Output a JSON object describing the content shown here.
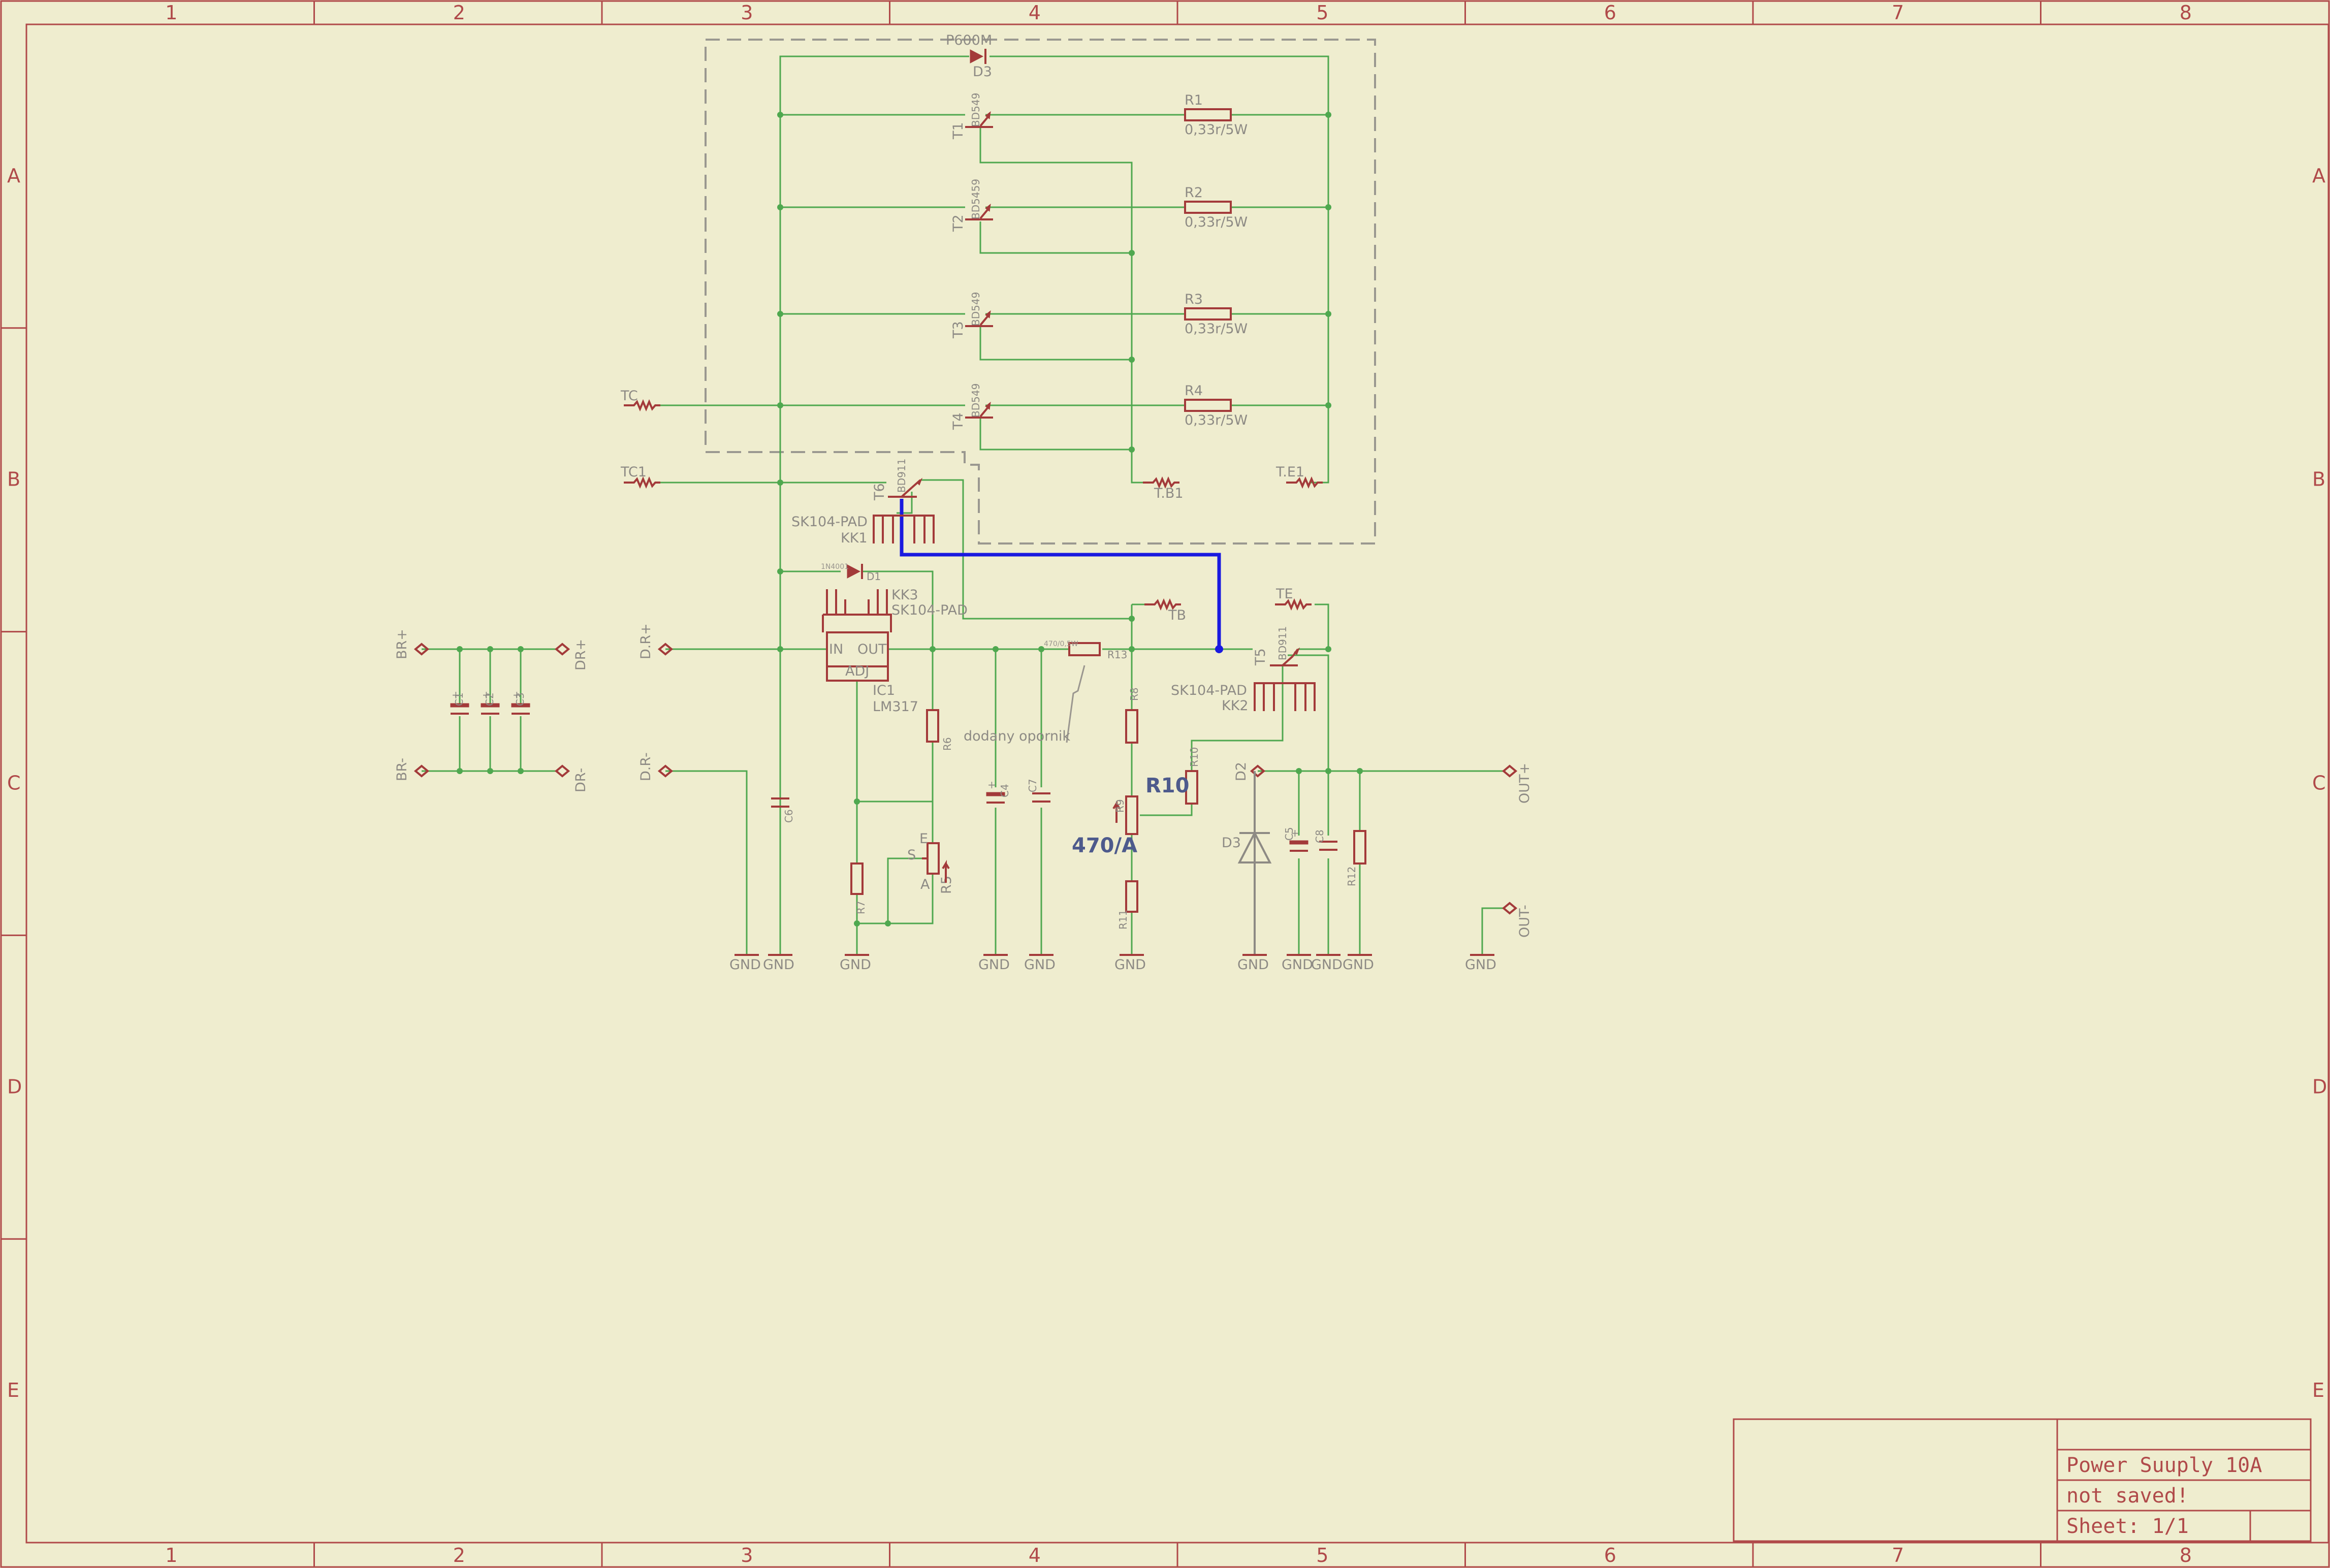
{
  "frame": {
    "col_labels": [
      "1",
      "2",
      "3",
      "4",
      "5",
      "6",
      "7",
      "8"
    ],
    "row_labels": [
      "A",
      "B",
      "C",
      "D",
      "E"
    ]
  },
  "title_block": {
    "title": "Power Suuply 10A",
    "status": "not saved!",
    "sheet": "Sheet: 1/1"
  },
  "components": {
    "D3_top": {
      "value": "P600M",
      "name": "D3"
    },
    "T1": {
      "name": "T1",
      "value": "BD549"
    },
    "T2": {
      "name": "T2",
      "value": "BD5459"
    },
    "T3": {
      "name": "T3",
      "value": "BD549"
    },
    "T4": {
      "name": "T4",
      "value": "BD549"
    },
    "T5": {
      "name": "T5",
      "value": "BD911"
    },
    "T6": {
      "name": "T6",
      "value": "BD911"
    },
    "R1": {
      "name": "R1",
      "value": "0,33r/5W"
    },
    "R2": {
      "name": "R2",
      "value": "0,33r/5W"
    },
    "R3": {
      "name": "R3",
      "value": "0,33r/5W"
    },
    "R4": {
      "name": "R4",
      "value": "0,33r/5W"
    },
    "R5": {
      "name": "R5"
    },
    "R6": {
      "name": "R6"
    },
    "R7": {
      "name": "R7"
    },
    "R8": {
      "name": "R8"
    },
    "R9": {
      "name": "R9"
    },
    "R10": {
      "name": "R10"
    },
    "R11": {
      "name": "R11"
    },
    "R12": {
      "name": "R12"
    },
    "R13": {
      "name": "R13"
    },
    "C1": {
      "name": "C1"
    },
    "C2": {
      "name": "C2"
    },
    "C3": {
      "name": "C3"
    },
    "C4": {
      "name": "C4"
    },
    "C5": {
      "name": "C5"
    },
    "C6": {
      "name": "C6"
    },
    "C7": {
      "name": "C7"
    },
    "C8": {
      "name": "C8"
    },
    "IC1": {
      "name": "IC1",
      "value": "LM317",
      "pin_in": "IN",
      "pin_out": "OUT",
      "pin_adj": "ADJ"
    },
    "KK1": {
      "name": "KK1",
      "value": "SK104-PAD"
    },
    "KK2": {
      "name": "KK2",
      "value": "SK104-PAD"
    },
    "KK3": {
      "name": "KK3",
      "value": "SK104-PAD"
    },
    "D1": {
      "name": "D1"
    },
    "D2": {
      "name": "D2"
    },
    "D3_out": {
      "name": "D3"
    },
    "R5_pins": {
      "e": "E",
      "s": "S",
      "a": "A"
    }
  },
  "connectors": {
    "TC": "TC",
    "TC1": "TC1",
    "TB1": "T.B1",
    "TE1": "T.E1",
    "TB": "TB",
    "TE": "TE",
    "BR_plus": "BR+",
    "BR_minus": "BR-",
    "DR_plus": "DR+",
    "DR_minus": "DR-",
    "DR_plus2": "D.R+",
    "DR_minus2": "D.R-",
    "OUT_plus": "OUT+",
    "OUT_minus": "OUT-"
  },
  "gnd": "GND",
  "annotations": {
    "added_resistor": "dodany opornik",
    "r10_big": "R10",
    "r9_value_big": "470/A"
  }
}
